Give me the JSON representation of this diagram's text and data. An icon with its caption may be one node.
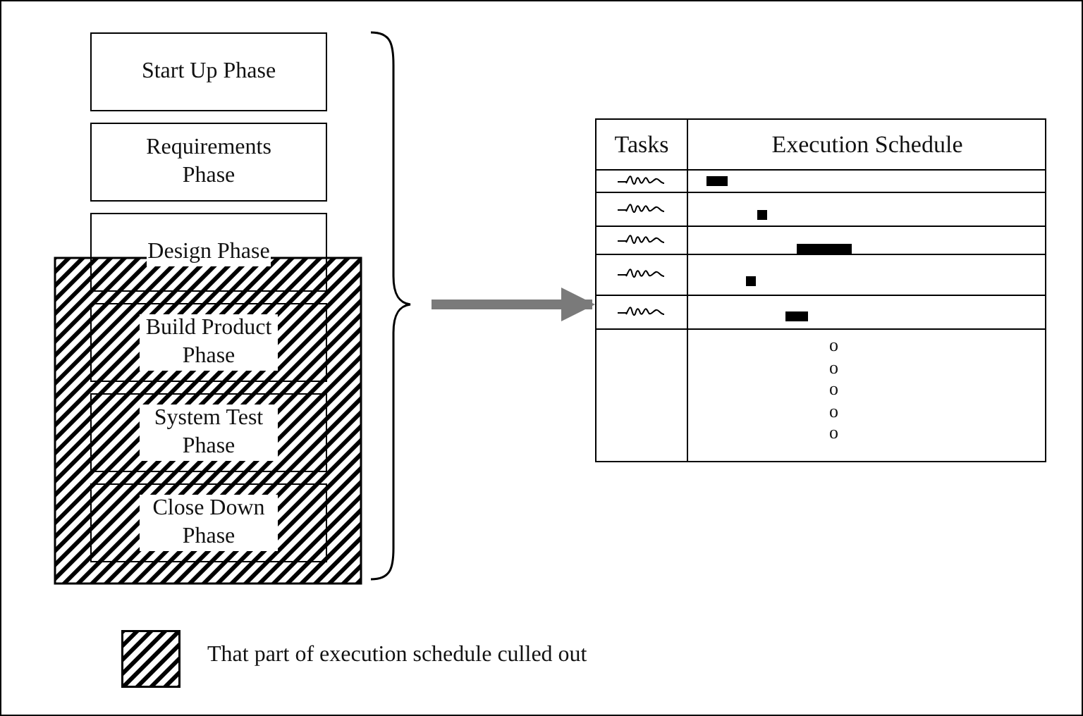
{
  "diagram": {
    "nodes": [
      {
        "text": [
          "Start Up Phase"
        ]
      },
      {
        "text": [
          "Requirements Phase"
        ]
      },
      {
        "text": [
          "Design Phase"
        ]
      },
      {
        "text": [
          "Build Product Phase"
        ]
      },
      {
        "text": [
          "System Test Phase"
        ]
      },
      {
        "text": [
          "Close Down Phase"
        ]
      },
      {
        "text": [
          "Tasks",
          "Execution Schedule"
        ]
      }
    ],
    "edges": [
      {
        "from": null,
        "to": 6,
        "arrow": "to"
      }
    ],
    "labels": [
      "o",
      "o",
      "o",
      "o",
      "o"
    ],
    "legend": [
      {
        "text": "That part of execution schedule culled out"
      }
    ]
  }
}
